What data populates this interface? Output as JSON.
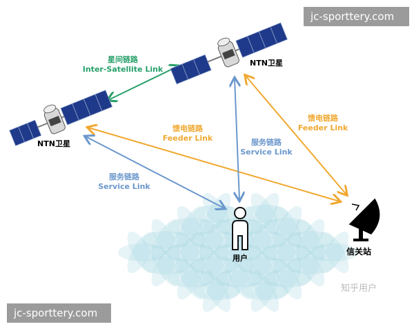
{
  "colors": {
    "inter_satellite": "#27a06a",
    "feeder": "#f0a830",
    "service": "#6b97cc",
    "cells": "#a9d9e3"
  },
  "satellites": [
    {
      "label": "NTN卫星"
    },
    {
      "label": "NTN卫星"
    }
  ],
  "links": {
    "inter_satellite": {
      "zh": "星间链路",
      "en": "Inter-Satellite Link"
    },
    "feeder_left": {
      "zh": "馈电链路",
      "en": "Feeder Link"
    },
    "feeder_right": {
      "zh": "馈电链路",
      "en": "Feeder Link"
    },
    "service_left": {
      "zh": "服务链路",
      "en": "Service Link"
    },
    "service_center": {
      "zh": "服务链路",
      "en": "Service Link"
    }
  },
  "user": {
    "label": "用户"
  },
  "gateway": {
    "label": "信关站"
  },
  "watermarks": {
    "top_right": "jc-sporttery.com",
    "bottom_left": "jc-sporttery.com",
    "zhihu": "知乎用户"
  }
}
